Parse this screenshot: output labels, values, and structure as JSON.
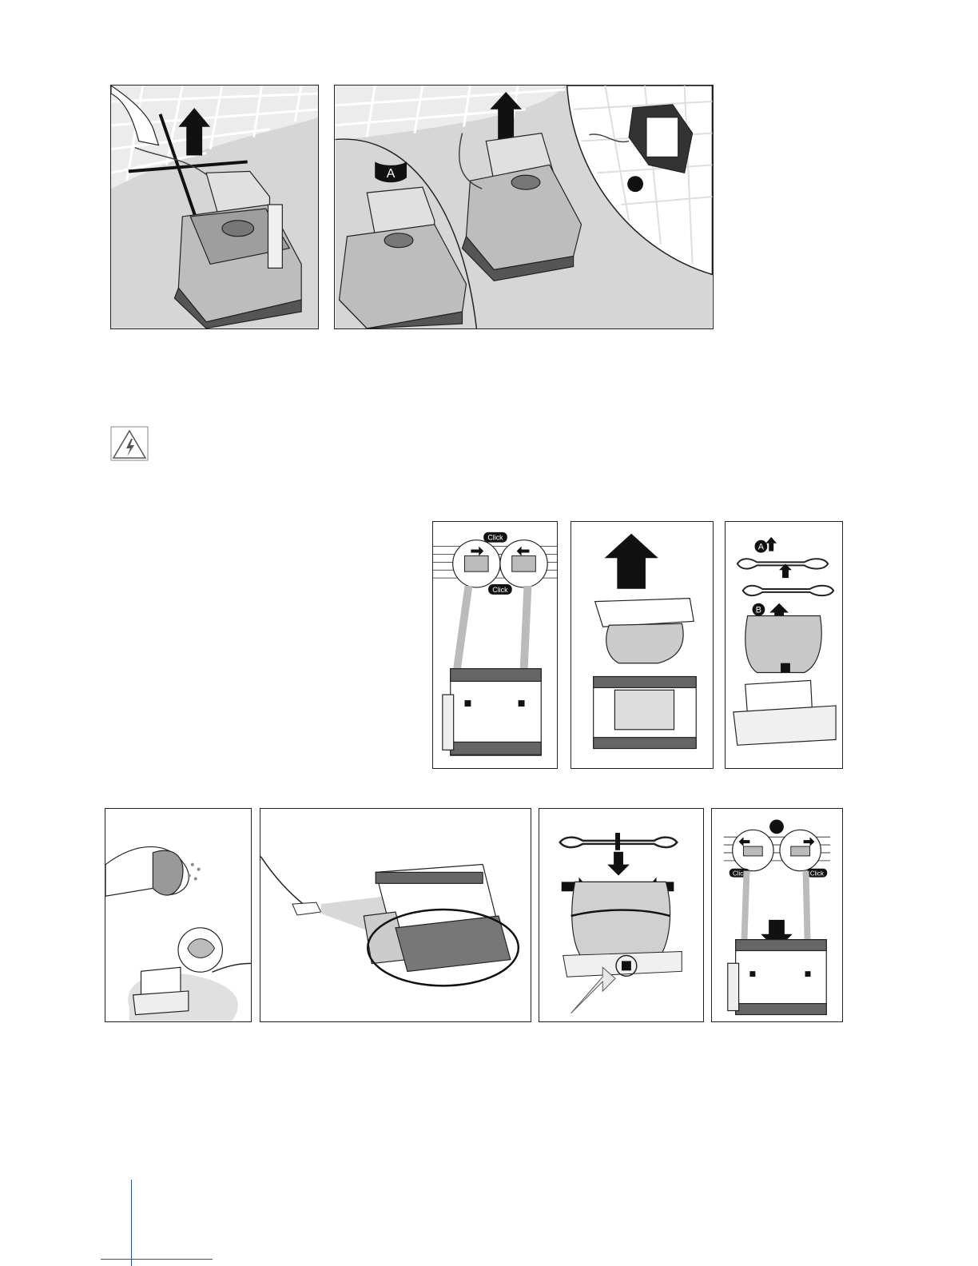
{
  "colors": {
    "line": "#222222",
    "pool": "#d6d6d6",
    "tile": "#ffffff",
    "robot": "#bdbdbd",
    "accent": "#2a4fb0"
  },
  "labels": {
    "callout_a": "A",
    "callout_b": "B",
    "click": "Click"
  },
  "icons": [
    "electric-hazard-icon",
    "arrow-up-icon",
    "arrow-down-icon",
    "arrow-right-icon",
    "arrow-left-icon"
  ]
}
